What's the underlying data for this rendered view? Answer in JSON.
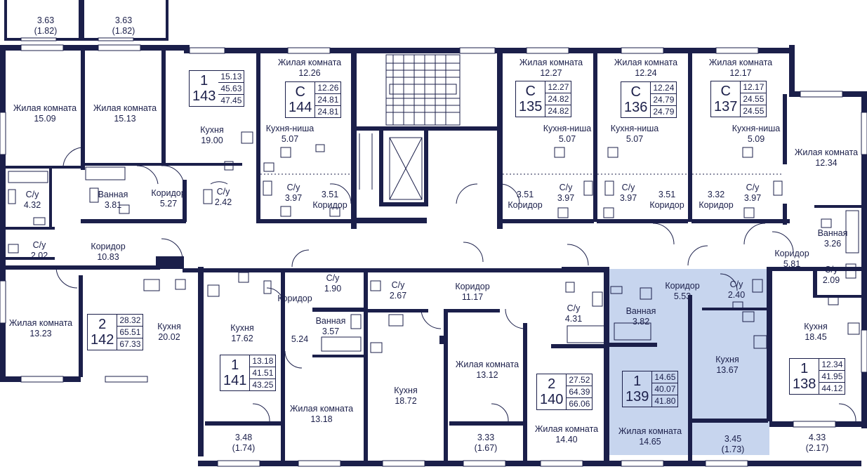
{
  "colors": {
    "wall": "#1b1f4a",
    "highlight": "#c7d5ee",
    "background": "#ffffff"
  },
  "rooms": [
    {
      "id": "balcony-1",
      "name": "",
      "area": "3.63",
      "sub": "(1.82)"
    },
    {
      "id": "balcony-2",
      "name": "",
      "area": "3.63",
      "sub": "(1.82)"
    },
    {
      "id": "living-1509",
      "name": "Жилая комната",
      "area": "15.09"
    },
    {
      "id": "living-1513",
      "name": "Жилая комната",
      "area": "15.13"
    },
    {
      "id": "kitchen-1900",
      "name": "Кухня",
      "area": "19.00"
    },
    {
      "id": "living-1226",
      "name": "Жилая комната",
      "area": "12.26"
    },
    {
      "id": "kitchen-niche-144",
      "name": "Кухня-ниша",
      "area": "5.07"
    },
    {
      "id": "living-1227",
      "name": "Жилая комната",
      "area": "12.27"
    },
    {
      "id": "living-1224",
      "name": "Жилая комната",
      "area": "12.24"
    },
    {
      "id": "living-1217",
      "name": "Жилая комната",
      "area": "12.17"
    },
    {
      "id": "kitchen-niche-135",
      "name": "Кухня-ниша",
      "area": "5.07"
    },
    {
      "id": "kitchen-niche-136",
      "name": "Кухня-ниша",
      "area": "5.07"
    },
    {
      "id": "kitchen-niche-137",
      "name": "Кухня-ниша",
      "area": "5.09"
    },
    {
      "id": "living-1234",
      "name": "Жилая комната",
      "area": "12.34"
    },
    {
      "id": "wc-432",
      "name": "С/у",
      "area": "4.32"
    },
    {
      "id": "bath-381",
      "name": "Ванная",
      "area": "3.81"
    },
    {
      "id": "corr-527",
      "name": "Коридор",
      "area": "5.27"
    },
    {
      "id": "wc-242",
      "name": "С/у",
      "area": "2.42"
    },
    {
      "id": "wc-397-a",
      "name": "С/у",
      "area": "3.97"
    },
    {
      "id": "corr-351-a",
      "name": "Коридор",
      "area": "3.51",
      "numFirst": true
    },
    {
      "id": "corr-351-b",
      "name": "Коридор",
      "area": "3.51",
      "numFirst": true
    },
    {
      "id": "wc-397-b",
      "name": "С/у",
      "area": "3.97"
    },
    {
      "id": "wc-397-c",
      "name": "С/у",
      "area": "3.97"
    },
    {
      "id": "corr-351-c",
      "name": "Коридор",
      "area": "3.51",
      "numFirst": true
    },
    {
      "id": "corr-332",
      "name": "Коридор",
      "area": "3.32",
      "numFirst": true
    },
    {
      "id": "wc-397-d",
      "name": "С/у",
      "area": "3.97"
    },
    {
      "id": "wc-202",
      "name": "С/у",
      "area": "2.02"
    },
    {
      "id": "corr-1083",
      "name": "Коридор",
      "area": "10.83"
    },
    {
      "id": "bath-326",
      "name": "Ванная",
      "area": "3.26"
    },
    {
      "id": "corr-581",
      "name": "Коридор",
      "area": "5.81"
    },
    {
      "id": "wc-209",
      "name": "С/у",
      "area": "2.09"
    },
    {
      "id": "living-1323",
      "name": "Жилая комната",
      "area": "13.23"
    },
    {
      "id": "kitchen-2002",
      "name": "Кухня",
      "area": "20.02"
    },
    {
      "id": "kitchen-1762",
      "name": "Кухня",
      "area": "17.62"
    },
    {
      "id": "wc-190",
      "name": "С/у",
      "area": "1.90"
    },
    {
      "id": "corr-141",
      "name": "Коридор",
      "area": ""
    },
    {
      "id": "bath-357",
      "name": "Ванная",
      "area": "3.57"
    },
    {
      "id": "corr-524",
      "name": "",
      "area": "5.24"
    },
    {
      "id": "wc-267",
      "name": "С/у",
      "area": "2.67"
    },
    {
      "id": "corr-1117",
      "name": "Коридор",
      "area": "11.17"
    },
    {
      "id": "wc-431",
      "name": "С/у",
      "area": "4.31"
    },
    {
      "id": "bath-382",
      "name": "Ванная",
      "area": "3.82"
    },
    {
      "id": "corr-553",
      "name": "Коридор",
      "area": "5.53"
    },
    {
      "id": "wc-240",
      "name": "С/у",
      "area": "2.40"
    },
    {
      "id": "kitchen-1845",
      "name": "Кухня",
      "area": "18.45"
    },
    {
      "id": "living-1312",
      "name": "Жилая комната",
      "area": "13.12"
    },
    {
      "id": "kitchen-1872",
      "name": "Кухня",
      "area": "18.72"
    },
    {
      "id": "living-1318",
      "name": "Жилая комната",
      "area": "13.18"
    },
    {
      "id": "kitchen-1367",
      "name": "Кухня",
      "area": "13.67"
    },
    {
      "id": "living-1440",
      "name": "Жилая комната",
      "area": "14.40"
    },
    {
      "id": "living-1465",
      "name": "Жилая комната",
      "area": "14.65"
    },
    {
      "id": "balcony-348",
      "name": "",
      "area": "3.48",
      "sub": "(1.74)"
    },
    {
      "id": "balcony-333",
      "name": "",
      "area": "3.33",
      "sub": "(1.67)"
    },
    {
      "id": "balcony-345",
      "name": "",
      "area": "3.45",
      "sub": "(1.73)"
    },
    {
      "id": "balcony-433",
      "name": "",
      "area": "4.33",
      "sub": "(2.17)"
    }
  ],
  "apartments": [
    {
      "id": "143",
      "type": "1",
      "number": "143",
      "areas": [
        "15.13",
        "45.63",
        "47.45"
      ]
    },
    {
      "id": "144",
      "type": "С",
      "number": "144",
      "areas": [
        "12.26",
        "24.81",
        "24.81"
      ]
    },
    {
      "id": "135",
      "type": "С",
      "number": "135",
      "areas": [
        "12.27",
        "24.82",
        "24.82"
      ]
    },
    {
      "id": "136",
      "type": "С",
      "number": "136",
      "areas": [
        "12.24",
        "24.79",
        "24.79"
      ]
    },
    {
      "id": "137",
      "type": "С",
      "number": "137",
      "areas": [
        "12.17",
        "24.55",
        "24.55"
      ]
    },
    {
      "id": "142",
      "type": "2",
      "number": "142",
      "areas": [
        "28.32",
        "65.51",
        "67.33"
      ]
    },
    {
      "id": "141",
      "type": "1",
      "number": "141",
      "areas": [
        "13.18",
        "41.51",
        "43.25"
      ]
    },
    {
      "id": "140",
      "type": "2",
      "number": "140",
      "areas": [
        "27.52",
        "64.39",
        "66.06"
      ]
    },
    {
      "id": "139",
      "type": "1",
      "number": "139",
      "areas": [
        "14.65",
        "40.07",
        "41.80"
      ],
      "highlighted": true
    },
    {
      "id": "138",
      "type": "1",
      "number": "138",
      "areas": [
        "12.34",
        "41.95",
        "44.12"
      ]
    }
  ]
}
